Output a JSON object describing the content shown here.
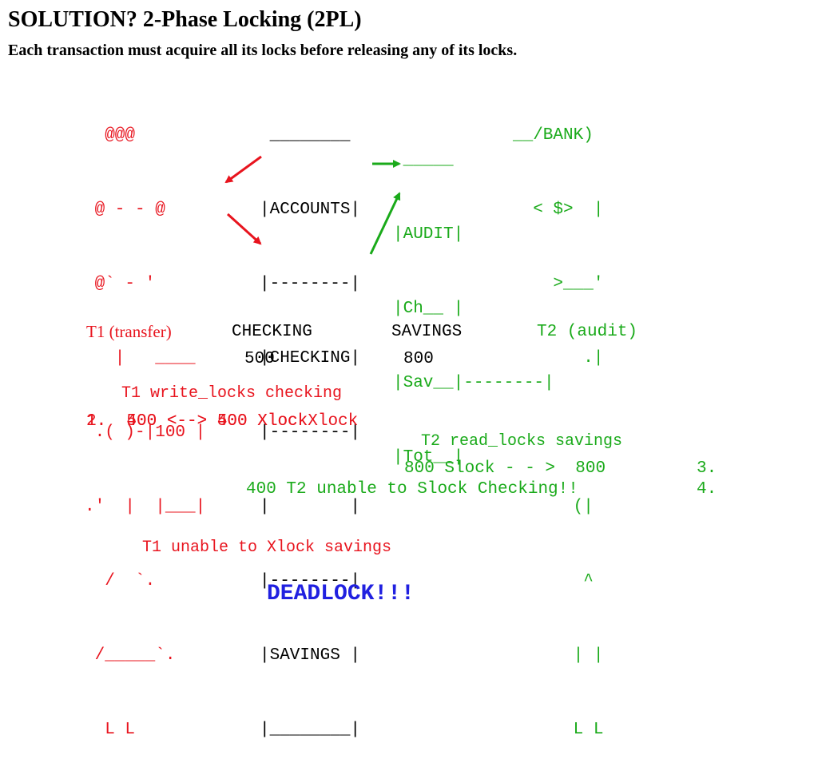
{
  "title": "SOLUTION? 2-Phase Locking (2PL)",
  "subtitle": "Each transaction must acquire all its locks before releasing any of its locks.",
  "figure_person": {
    "lines": [
      "  @@@",
      " @ - - @",
      " @` - '",
      "   |   ____",
      " .( )-|100 |",
      ".'  |  |___|",
      "  /  `.",
      " /_____`.",
      "  L L"
    ]
  },
  "accounts_box": {
    "lines": [
      " ________",
      "|ACCOUNTS|",
      "|--------|",
      "|CHECKING|",
      "|--------|",
      "|        |",
      "|--------|",
      "|SAVINGS |",
      "|________|"
    ]
  },
  "audit_box": {
    "lines": [
      " _____",
      "|AUDIT|",
      "|Ch__ |",
      "|Sav__|--------|",
      "|Tot__|"
    ]
  },
  "bank_figure": {
    "lines": [
      "__/BANK)",
      "  < $>  |",
      "    >___'",
      "       .|",
      "",
      "      (|",
      "       ^",
      "      | |",
      "      L L"
    ]
  },
  "table": {
    "t1_label": "T1 (transfer)",
    "checking_label": "CHECKING",
    "savings_label": "SAVINGS",
    "t2_label": "T2 (audit)",
    "checking_value": "500",
    "savings_value": "800"
  },
  "steps": {
    "t1_write_locks": "T1 write_locks checking",
    "row_overlap_a": "1.  500 <--> 400 Xlock",
    "row_overlap_b": "2.  400 <--> 500 XlockXlock",
    "t2_read_locks": "T2 read_locks savings",
    "step3_text": "800 Slock - - >  800",
    "step3_num": "3.",
    "step4_text": "400 T2 unable to Slock Checking!!",
    "step4_num": "4.",
    "t1_unable": "T1 unable to Xlock savings",
    "deadlock": "DEADLOCK!!!"
  },
  "colors": {
    "t1": "#e8141e",
    "t2": "#1aaa1a",
    "deadlock": "#2020e0"
  }
}
